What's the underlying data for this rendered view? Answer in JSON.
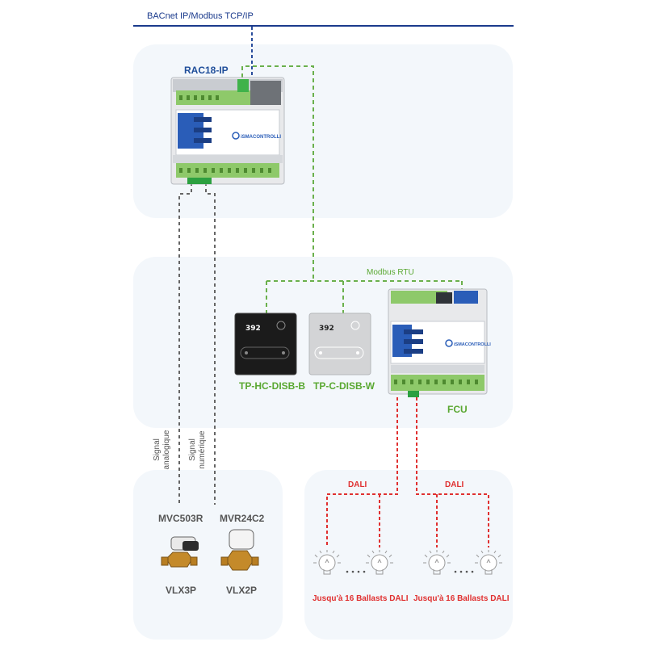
{
  "network": {
    "bus_label": "BACnet IP/Modbus TCP/IP",
    "modbus_label": "Modbus RTU"
  },
  "controller": {
    "name": "RAC18-IP",
    "brand": "iSMACONTROLLI"
  },
  "thermostats": [
    {
      "name": "TP-HC-DISB-B",
      "display": "392",
      "finish": "black"
    },
    {
      "name": "TP-C-DISB-W",
      "display": "392",
      "finish": "white"
    }
  ],
  "fcu": {
    "name": "FCU",
    "brand": "iSMACONTROLLI"
  },
  "signals": {
    "analog": [
      "Signal",
      "analogique"
    ],
    "digital": [
      "Signal",
      "numérique"
    ]
  },
  "actuators": [
    {
      "name": "MVC503R",
      "valve": "VLX3P"
    },
    {
      "name": "MVR24C2",
      "valve": "VLX2P"
    }
  ],
  "dali": {
    "bus_labels": [
      "DALI",
      "DALI"
    ],
    "group_labels": [
      "Jusqu'à 16 Ballasts DALI",
      "Jusqu'à 16 Ballasts DALI"
    ]
  },
  "colors": {
    "zone_bg": "#f3f7fb",
    "bus_blue": "#1a3a8c",
    "dashed_blue": "#2a4d9c",
    "modbus_green": "#6ab04c",
    "dali_red": "#e03030",
    "signal_grey": "#666666"
  }
}
